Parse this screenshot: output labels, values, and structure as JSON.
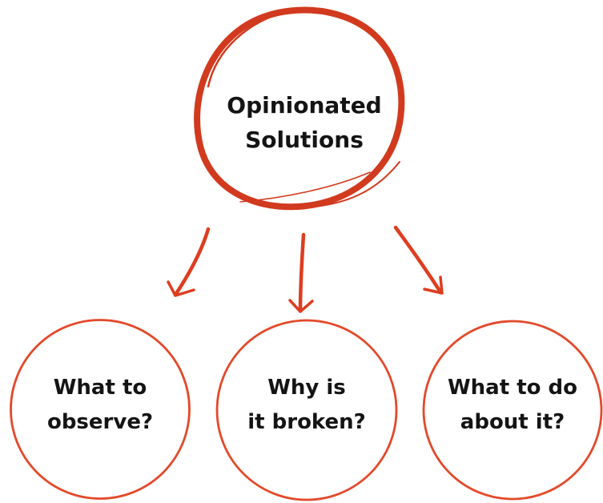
{
  "diagram": {
    "root": {
      "id": "opinionated-solutions",
      "lines": [
        "Opinionated",
        "Solutions"
      ]
    },
    "nodes": [
      {
        "id": "what-to-observe",
        "lines": [
          "What to",
          "observe?"
        ]
      },
      {
        "id": "why-is-it-broken",
        "lines": [
          "Why is",
          "it broken?"
        ]
      },
      {
        "id": "what-to-do",
        "lines": [
          "What to do",
          "about it?"
        ]
      }
    ],
    "connections": [
      {
        "from": "opinionated-solutions",
        "to": "what-to-observe"
      },
      {
        "from": "opinionated-solutions",
        "to": "why-is-it-broken"
      },
      {
        "from": "opinionated-solutions",
        "to": "what-to-do"
      }
    ]
  },
  "colors": {
    "scribble": "#d13a1e",
    "node_stroke": "#e3492a",
    "arrow": "#dd3d20",
    "text": "#141414",
    "background": "#ffffff"
  }
}
